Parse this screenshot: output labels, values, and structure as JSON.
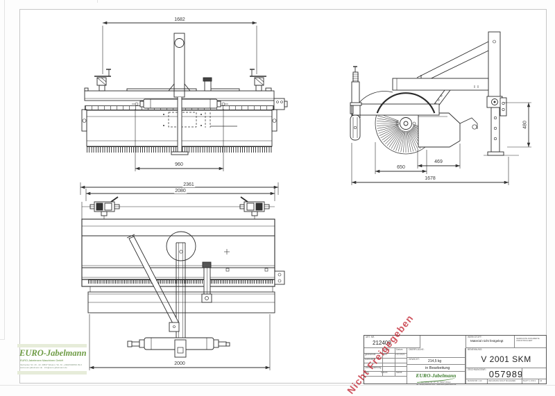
{
  "watermark": {
    "text": "Nicht Freigegeben"
  },
  "dims": {
    "front_width": "1682",
    "front_roller": "960",
    "plan_overall": "2361",
    "plan_body": "2080",
    "plan_bottom": "2000",
    "side_brush": "650",
    "side_housing": "469",
    "side_overall": "1678",
    "side_height": "480"
  },
  "logo": {
    "name": "EURO-Jabelmann",
    "company": "EURO-Jabelmann Maschinen GmbH",
    "address": "Itterbecker Str. 20 - 22, 49847 Wielen | Tel.-Nr. +49(0)5948/93 39-0",
    "web": "www.euro-jabelmann.de  ·  info@euro-jabelmann.de"
  },
  "title_block": {
    "art_label": "ART. NR.",
    "art_value": "212400",
    "table": {
      "col_name": "Name",
      "col_date": "Datum",
      "row1_label": "gezeichnet",
      "row1_name": "MR",
      "row1_date": "5-10-2021",
      "row2_label": "kontrolliert",
      "row3_label": "Letzte Änderung",
      "rev_label": "Rev",
      "rev_date": "Datum",
      "rev_name": "Name"
    },
    "surface_label": "OBERFLÄCHE:",
    "weight_label": "GEWICHT:",
    "weight_value": "214,5 kg",
    "status_value": "in Bearbeitung",
    "material_label": "WERKSTOFF:",
    "material_value": "Material nicht festgelegt",
    "note_line1": "GEDRUCKTE DOKUMENTE",
    "note_line2": "UNKONTROLLIERT",
    "name_label": "BENENNUNG:",
    "name_value": "V 2001 SKM",
    "drawing_no_label": "ZEICHNUNGSNR.:",
    "drawing_no_value": "057989",
    "scale": "MASSSTAB: 1:10",
    "no_scale_note": "ZEICHNUNG NICHT SKALIEREN",
    "sheet": "BLATT 1 VON 1",
    "format": "A3",
    "logo_name": "EURO-Jabelmann",
    "logo_addr1": "Itterbecker Str. 20 - 22, 49847 Wielen",
    "logo_addr2": "Tel. +49(0)5948/93 39-0 · www.euro-jabelmann.de"
  }
}
